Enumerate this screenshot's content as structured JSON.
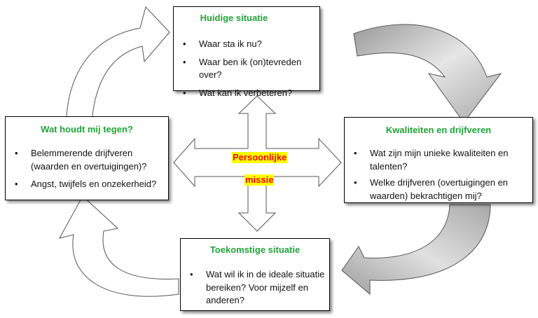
{
  "center": {
    "line1": "Persoonlijke",
    "line2": "missie"
  },
  "boxes": {
    "top": {
      "title": "Huidige situatie",
      "items": [
        "Waar sta ik nu?",
        "Waar ben ik (on)tevreden over?",
        "Wat kan ik verbeteren?"
      ]
    },
    "left": {
      "title": "Wat houdt mij tegen?",
      "items": [
        "Belemmerende drijfveren (waarden en overtuigingen)?",
        "Angst, twijfels en onzekerheid?"
      ]
    },
    "right": {
      "title": "Kwaliteiten  en drijfveren",
      "items": [
        "Wat zijn mijn unieke kwaliteiten en talenten?",
        "Welke drijfveren (overtuigingen en waarden) bekrachtigen mij?"
      ]
    },
    "bottom": {
      "title": "Toekomstige situatie",
      "items": [
        "Wat wil ik in de ideale situatie bereiken? Voor mijzelf en anderen?"
      ]
    }
  },
  "colors": {
    "title_green": "#22a13a",
    "mission_text": "#ff0000",
    "mission_highlight": "#ffff00",
    "arrow_gray": "#b3b3b3"
  },
  "bullet_char": "•"
}
